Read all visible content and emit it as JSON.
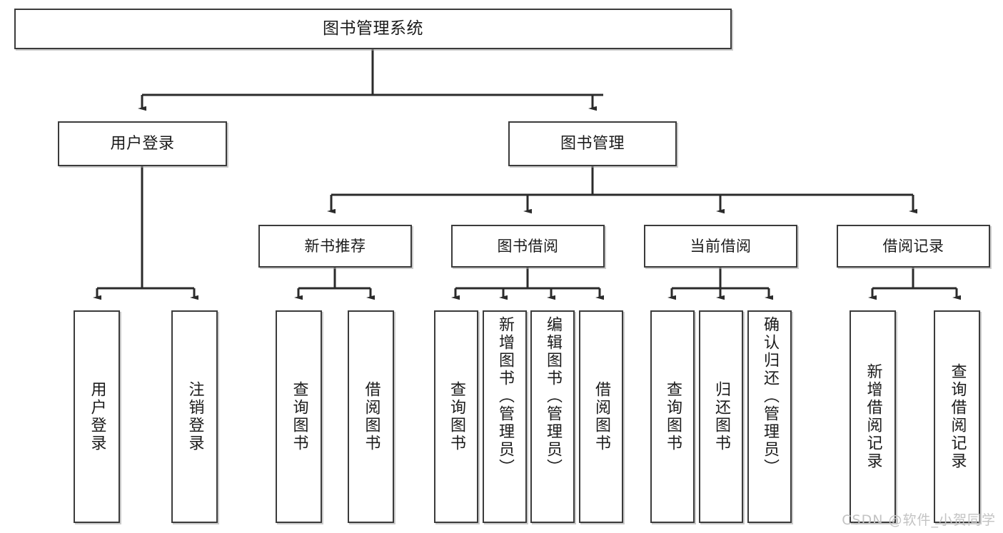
{
  "diagram": {
    "type": "tree",
    "title": "图书管理系统",
    "root": {
      "id": "root",
      "label": "图书管理系统",
      "level": 0
    },
    "level1": [
      {
        "id": "user-login",
        "label": "用户登录"
      },
      {
        "id": "book-manage",
        "label": "图书管理"
      }
    ],
    "level2": [
      {
        "id": "new-book-rec",
        "label": "新书推荐",
        "parent": "book-manage"
      },
      {
        "id": "book-borrow",
        "label": "图书借阅",
        "parent": "book-manage"
      },
      {
        "id": "current-borrow",
        "label": "当前借阅",
        "parent": "book-manage"
      },
      {
        "id": "borrow-record",
        "label": "借阅记录",
        "parent": "book-manage"
      }
    ],
    "leaves": [
      {
        "id": "leaf-user-login",
        "label": "用户登录",
        "parent": "user-login"
      },
      {
        "id": "leaf-user-logout",
        "label": "注销登录",
        "parent": "user-login"
      },
      {
        "id": "leaf-query-book-1",
        "label": "查询图书",
        "parent": "new-book-rec"
      },
      {
        "id": "leaf-borrow-book-1",
        "label": "借阅图书",
        "parent": "new-book-rec"
      },
      {
        "id": "leaf-query-book-2",
        "label": "查询图书",
        "parent": "book-borrow"
      },
      {
        "id": "leaf-add-book",
        "label": "新增图书（管理员）",
        "parent": "book-borrow"
      },
      {
        "id": "leaf-edit-book",
        "label": "编辑图书（管理员）",
        "parent": "book-borrow"
      },
      {
        "id": "leaf-borrow-book-2",
        "label": "借阅图书",
        "parent": "book-borrow"
      },
      {
        "id": "leaf-query-book-3",
        "label": "查询图书",
        "parent": "current-borrow"
      },
      {
        "id": "leaf-return-book",
        "label": "归还图书",
        "parent": "current-borrow"
      },
      {
        "id": "leaf-confirm-return",
        "label": "确认归还（管理员）",
        "parent": "current-borrow"
      },
      {
        "id": "leaf-add-record",
        "label": "新增借阅记录",
        "parent": "borrow-record"
      },
      {
        "id": "leaf-query-record",
        "label": "查询借阅记录",
        "parent": "borrow-record"
      }
    ],
    "colors": {
      "box_border": "#3b3b3b",
      "box_fill": "#ffffff",
      "connector": "#2b2b2b",
      "text": "#1b1b1b",
      "background": "#ffffff",
      "watermark": "#c3c3c3"
    }
  },
  "watermark": {
    "text": "CSDN @软件_小贺同学"
  }
}
